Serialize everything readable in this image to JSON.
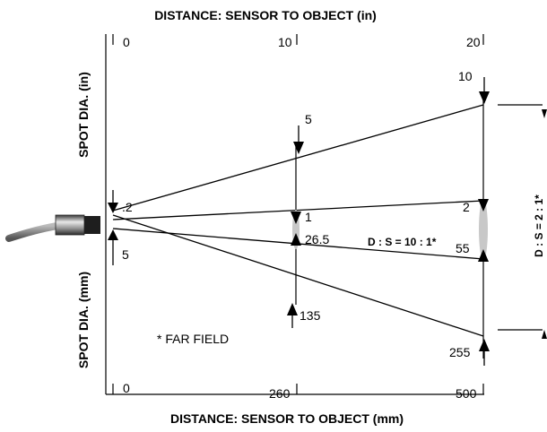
{
  "titles": {
    "top": "DISTANCE: SENSOR TO OBJECT (in)",
    "bottom": "DISTANCE: SENSOR TO OBJECT (mm)",
    "left_top": "SPOT DIA. (in)",
    "left_bottom": "SPOT DIA. (mm)",
    "right_side": "D : S = 2 : 1*"
  },
  "axes": {
    "top_ticks": [
      "0",
      "10",
      "20"
    ],
    "bottom_ticks": [
      "0",
      "260",
      "500"
    ]
  },
  "spot_labels_in": {
    "sensor": ".2",
    "wide_mid": "5",
    "wide_end": "10",
    "narrow_mid": "1",
    "narrow_end": "2"
  },
  "spot_labels_mm": {
    "sensor": "5",
    "narrow_mid": "26.5",
    "narrow_end": "55",
    "wide_mid": "135",
    "wide_end": "255"
  },
  "ratio_label": "D : S = 10 : 1*",
  "footnote": "* FAR FIELD"
}
